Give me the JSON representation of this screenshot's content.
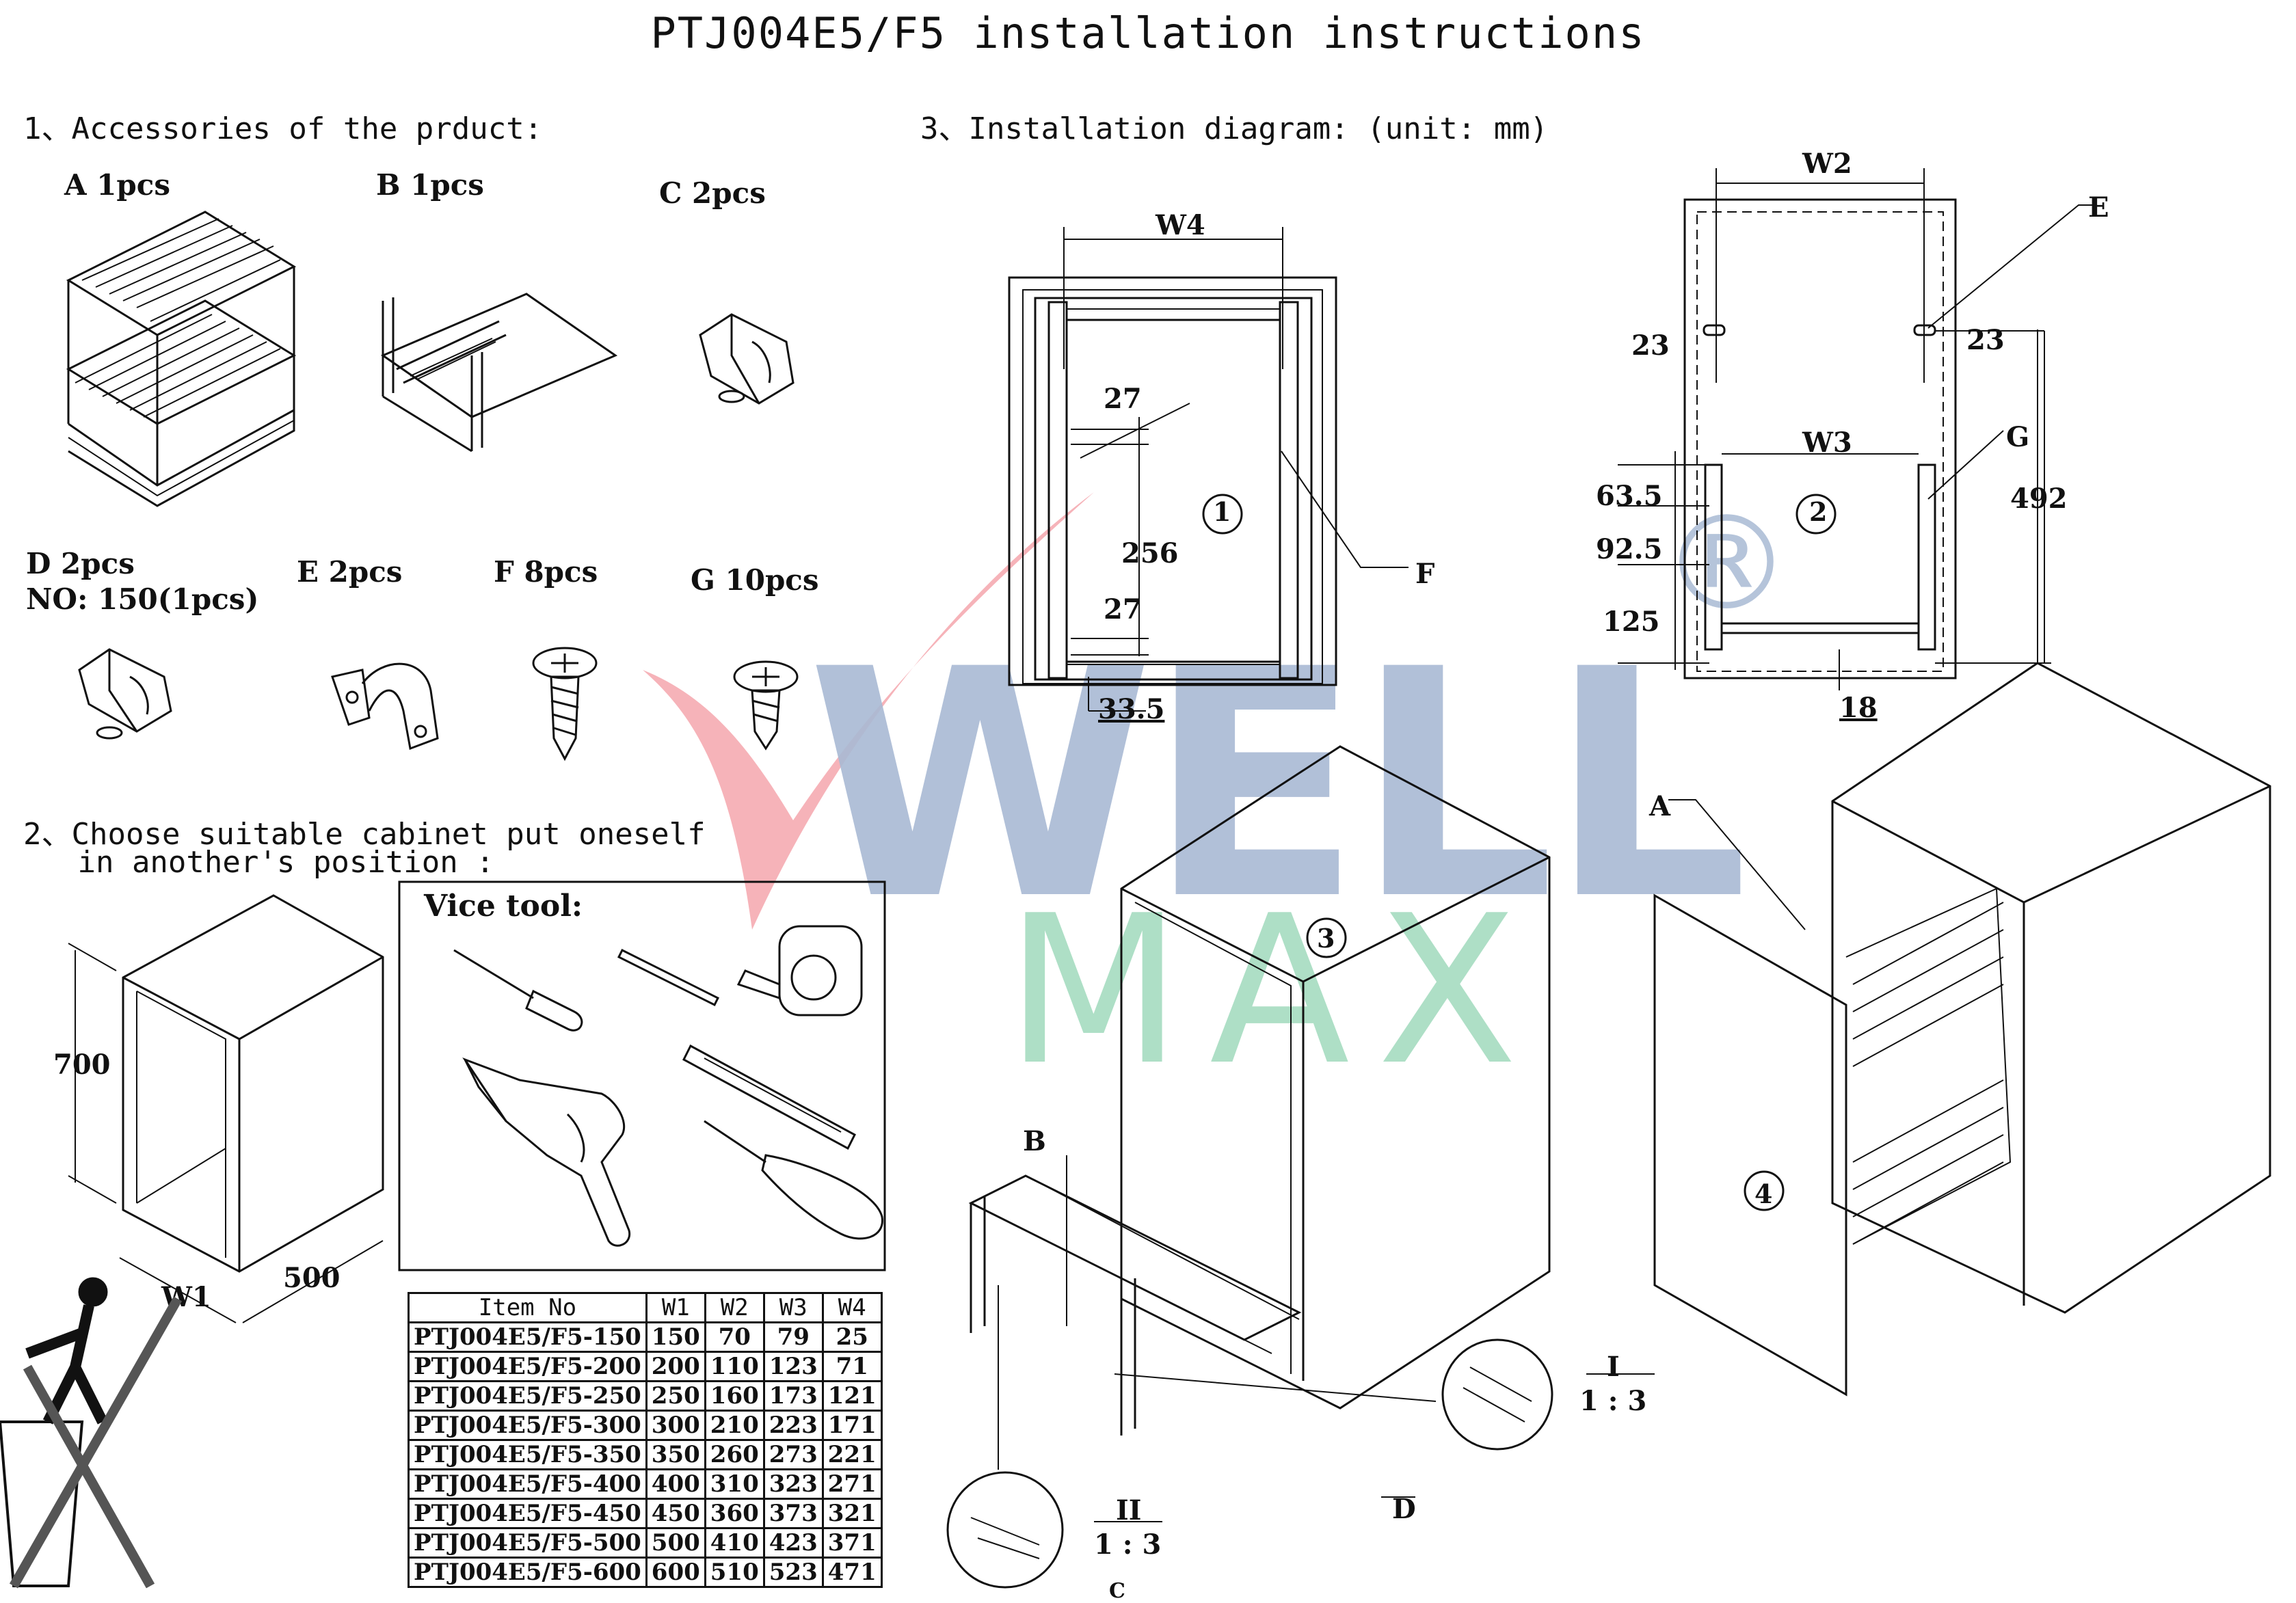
{
  "title": "PTJ004E5/F5 installation instructions",
  "section1": "1、Accessories of the prduct:",
  "section2_line1": "2、Choose suitable cabinet put oneself",
  "section2_line2": "   in another's position :",
  "section3": "3、Installation diagram: (unit: mm)",
  "accessories": {
    "a": "A  1pcs",
    "b": "B  1pcs",
    "c": "C  2pcs",
    "d_line1": "D  2pcs",
    "d_line2": "NO: 150(1pcs)",
    "e": "E  2pcs",
    "f": "F 8pcs",
    "g": "G 10pcs"
  },
  "tools_title": "Vice tool:",
  "cabinet_dims": {
    "height": "700",
    "depth": "500",
    "width": "W1"
  },
  "diagram1": {
    "w4": "W4",
    "d27a": "27",
    "d256": "256",
    "d27b": "27",
    "d33": "33.5",
    "f": "F",
    "num": "1"
  },
  "diagram2": {
    "w2": "W2",
    "w3": "W3",
    "e": "E",
    "g": "G",
    "d23a": "23",
    "d23b": "23",
    "d63": "63.5",
    "d92": "92.5",
    "d125": "125",
    "d492": "492",
    "d18": "18",
    "num": "2"
  },
  "diagram3": {
    "num": "3",
    "b": "B",
    "d": "D",
    "c": "C",
    "detail1": "I",
    "scale1": "1 : 3",
    "detail2": "II",
    "scale2": "1 : 3"
  },
  "diagram4": {
    "num": "4",
    "a": "A"
  },
  "table": {
    "headers": [
      "Item No",
      "W1",
      "W2",
      "W3",
      "W4"
    ],
    "rows": [
      [
        "PTJ004E5/F5-150",
        "150",
        "70",
        "79",
        "25"
      ],
      [
        "PTJ004E5/F5-200",
        "200",
        "110",
        "123",
        "71"
      ],
      [
        "PTJ004E5/F5-250",
        "250",
        "160",
        "173",
        "121"
      ],
      [
        "PTJ004E5/F5-300",
        "300",
        "210",
        "223",
        "171"
      ],
      [
        "PTJ004E5/F5-350",
        "350",
        "260",
        "273",
        "221"
      ],
      [
        "PTJ004E5/F5-400",
        "400",
        "310",
        "323",
        "271"
      ],
      [
        "PTJ004E5/F5-450",
        "450",
        "360",
        "373",
        "321"
      ],
      [
        "PTJ004E5/F5-500",
        "500",
        "410",
        "423",
        "371"
      ],
      [
        "PTJ004E5/F5-600",
        "600",
        "510",
        "523",
        "471"
      ]
    ]
  },
  "watermark": {
    "line1": "WELL",
    "line2": "MAX",
    "registered": "®"
  }
}
